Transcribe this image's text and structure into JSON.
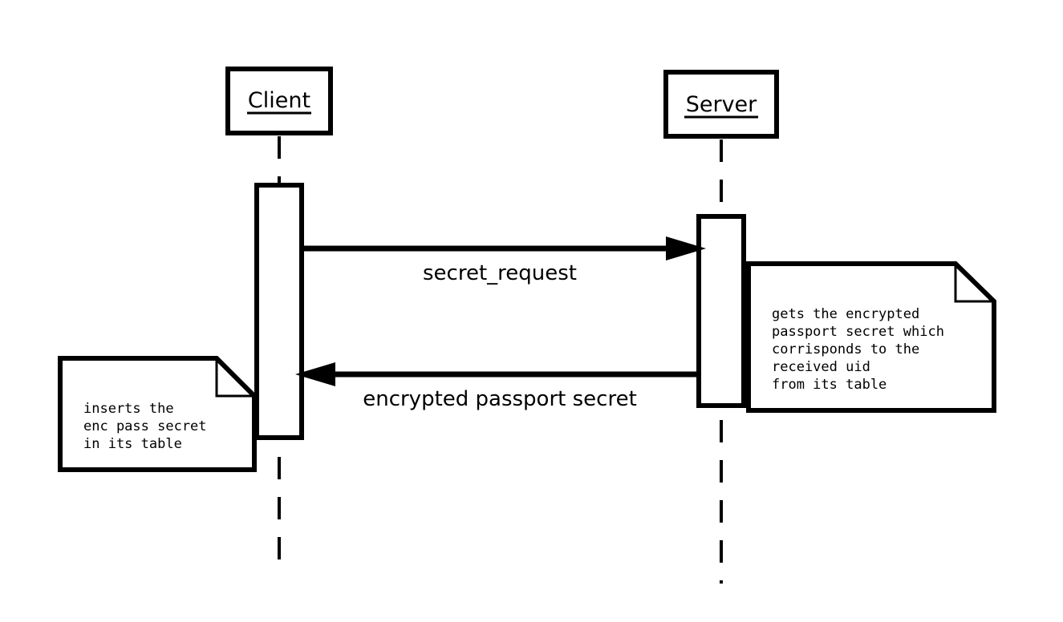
{
  "participants": {
    "client": {
      "name": "Client"
    },
    "server": {
      "name": "Server"
    }
  },
  "messages": [
    {
      "label": "secret_request",
      "from": "Client",
      "to": "Server"
    },
    {
      "label": "encrypted passport secret",
      "from": "Server",
      "to": "Client"
    }
  ],
  "notes": {
    "server_note": {
      "lines": [
        "gets the encrypted",
        "passport secret which",
        "corrisponds to the",
        "received uid",
        "from its table"
      ]
    },
    "client_note": {
      "lines": [
        "inserts the",
        "enc pass secret",
        "in its table"
      ]
    }
  },
  "colors": {
    "stroke": "#000000",
    "fill": "#ffffff"
  }
}
